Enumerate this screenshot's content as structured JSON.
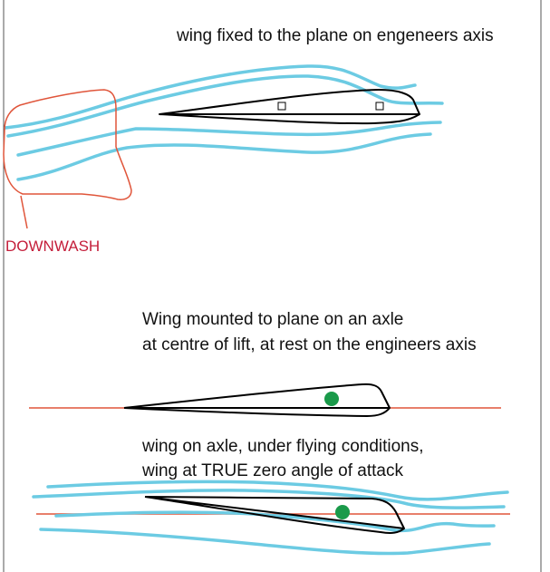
{
  "title": "wing fixed to the plane on engeneers axis",
  "downwash_label": "DOWNWASH",
  "middle_caption": [
    "Wing mounted to plane on an axle",
    "at centre of lift, at rest on the engineers axis"
  ],
  "bottom_caption": [
    "wing on axle, under flying conditions,",
    "wing at TRUE zero angle of attack"
  ],
  "colors": {
    "airflow": "#6ccbe3",
    "axis": "#e0553a",
    "downwash": "#c41e3a",
    "pivot": "#1a9a4a"
  }
}
